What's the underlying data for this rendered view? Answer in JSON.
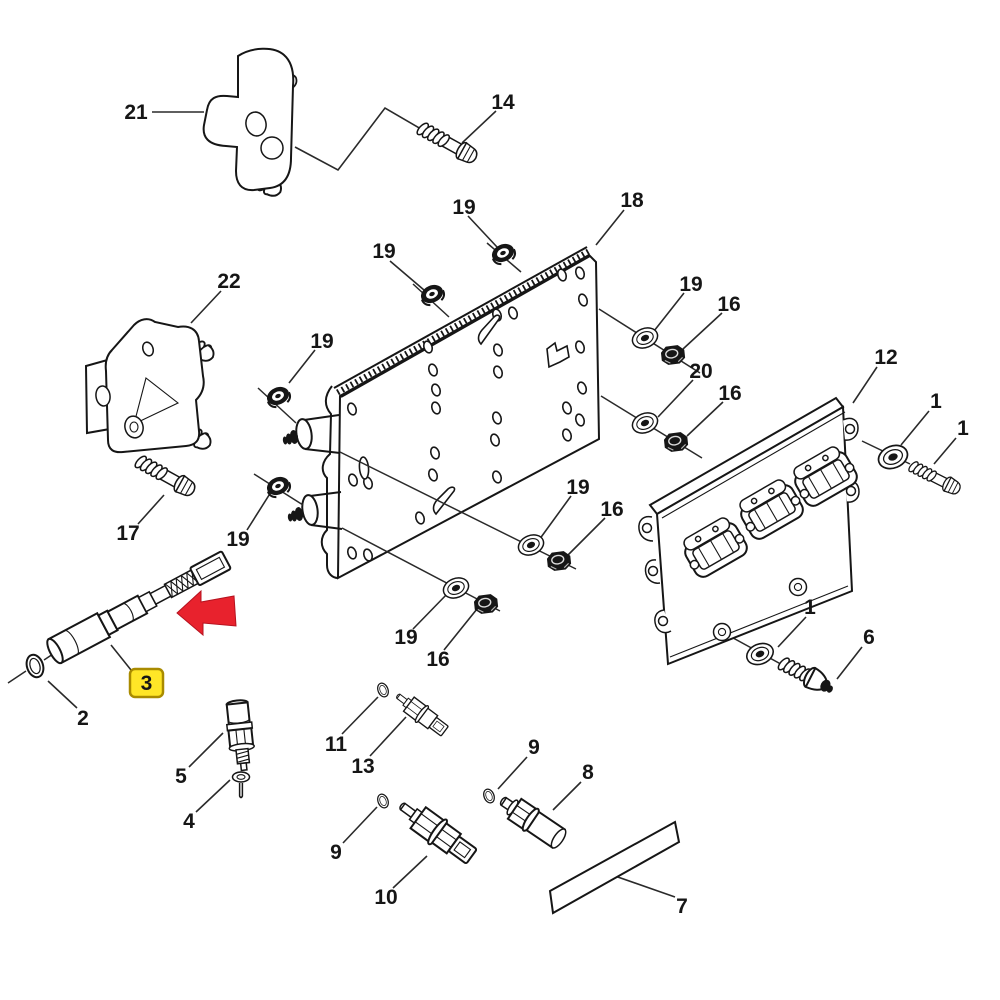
{
  "figure": {
    "diagram_type": "exploded-parts-diagram",
    "line_color": "#161616",
    "arrow_color": "#e8222d",
    "highlight_fill": "#ffe627",
    "highlight_border": "#a98b00",
    "highlighted_callout": "3"
  },
  "callouts": [
    {
      "label": "21"
    },
    {
      "label": "14"
    },
    {
      "label": "19"
    },
    {
      "label": "18"
    },
    {
      "label": "22"
    },
    {
      "label": "19"
    },
    {
      "label": "19"
    },
    {
      "label": "19"
    },
    {
      "label": "16"
    },
    {
      "label": "12"
    },
    {
      "label": "1"
    },
    {
      "label": "1"
    },
    {
      "label": "20"
    },
    {
      "label": "16"
    },
    {
      "label": "17"
    },
    {
      "label": "19"
    },
    {
      "label": "19"
    },
    {
      "label": "16"
    },
    {
      "label": "19"
    },
    {
      "label": "16"
    },
    {
      "label": "1"
    },
    {
      "label": "6"
    },
    {
      "label": "3"
    },
    {
      "label": "2"
    },
    {
      "label": "11"
    },
    {
      "label": "13"
    },
    {
      "label": "5"
    },
    {
      "label": "4"
    },
    {
      "label": "9"
    },
    {
      "label": "8"
    },
    {
      "label": "9"
    },
    {
      "label": "10"
    },
    {
      "label": "7"
    }
  ]
}
